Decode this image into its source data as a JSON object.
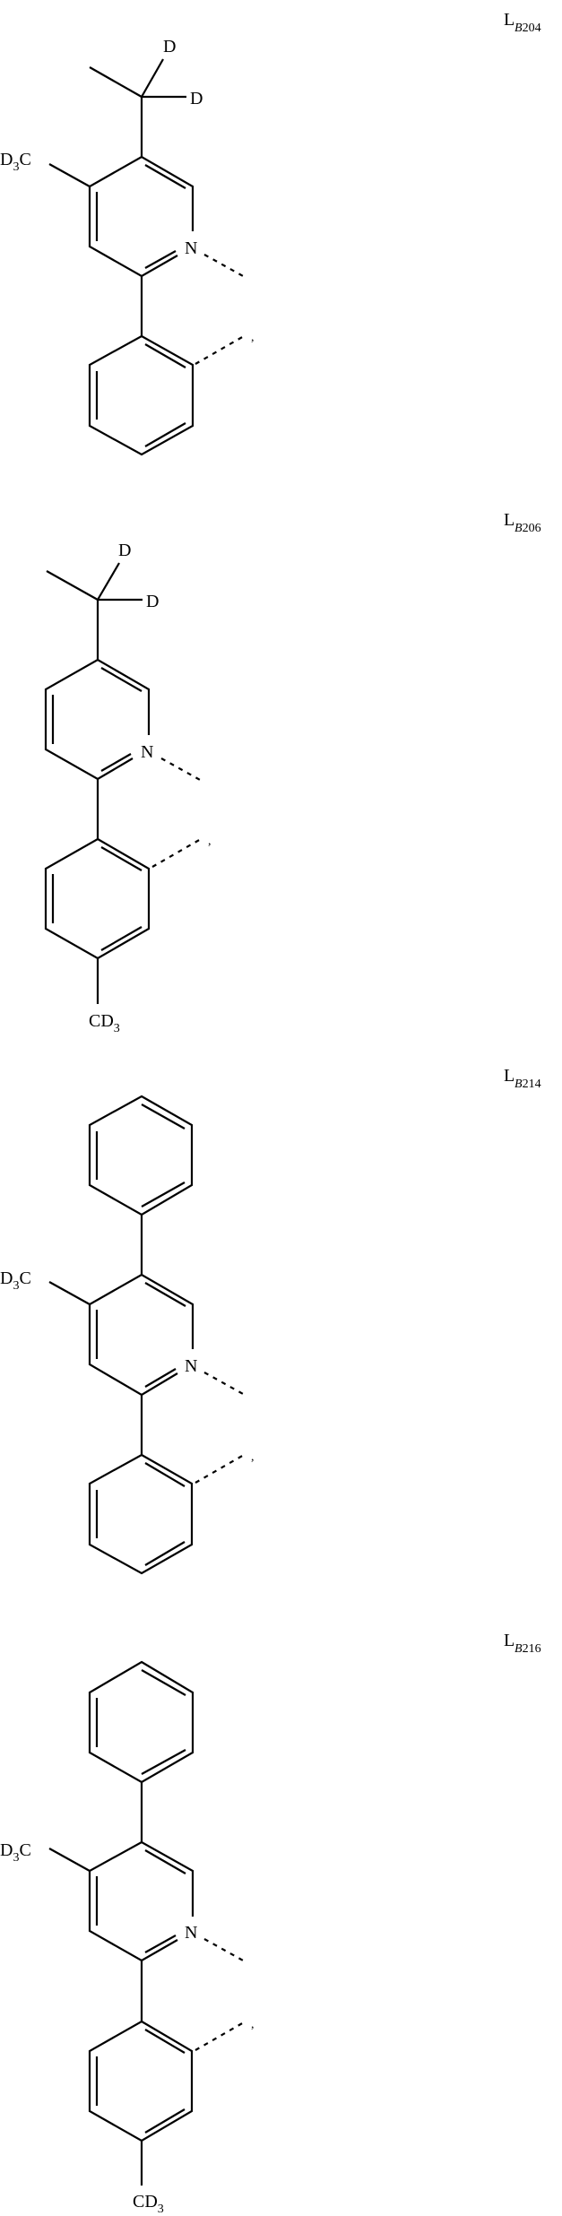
{
  "document": {
    "type": "chemical-structure-sheet",
    "line_color": "#000000",
    "background": "#ffffff"
  },
  "structures": [
    {
      "label": {
        "main": "L",
        "sub_italic": "B",
        "sub_num": "204"
      },
      "atoms": {
        "d_top": "D",
        "d_right": "D",
        "n": "N",
        "d3c_main": "D",
        "d3c_sub": "3",
        "d3c_tail": "C"
      },
      "substituents": [
        "CHD-CH3 (1,1-dideuterioethyl) at pyridine C5",
        "CD3 at pyridine C4",
        "phenyl at pyridine C2"
      ]
    },
    {
      "label": {
        "main": "L",
        "sub_italic": "B",
        "sub_num": "206"
      },
      "atoms": {
        "d_top": "D",
        "d_right": "D",
        "n": "N",
        "cd3_main": "CD",
        "cd3_sub": "3"
      },
      "substituents": [
        "1,1-dideuterioethyl at pyridine C5",
        "phenyl at pyridine C2",
        "CD3 at phenyl para position"
      ]
    },
    {
      "label": {
        "main": "L",
        "sub_italic": "B",
        "sub_num": "214"
      },
      "atoms": {
        "n": "N",
        "d3c_main": "D",
        "d3c_sub": "3",
        "d3c_tail": "C"
      },
      "substituents": [
        "phenyl at pyridine C5",
        "CD3 at pyridine C4",
        "phenyl at pyridine C2"
      ]
    },
    {
      "label": {
        "main": "L",
        "sub_italic": "B",
        "sub_num": "216"
      },
      "atoms": {
        "n": "N",
        "d3c_main": "D",
        "d3c_sub": "3",
        "d3c_tail": "C",
        "cd3_main": "CD",
        "cd3_sub": "3"
      },
      "substituents": [
        "phenyl at pyridine C5",
        "CD3 at pyridine C4",
        "phenyl at pyridine C2",
        "CD3 at phenyl para position"
      ]
    }
  ],
  "comma_glyph": ","
}
